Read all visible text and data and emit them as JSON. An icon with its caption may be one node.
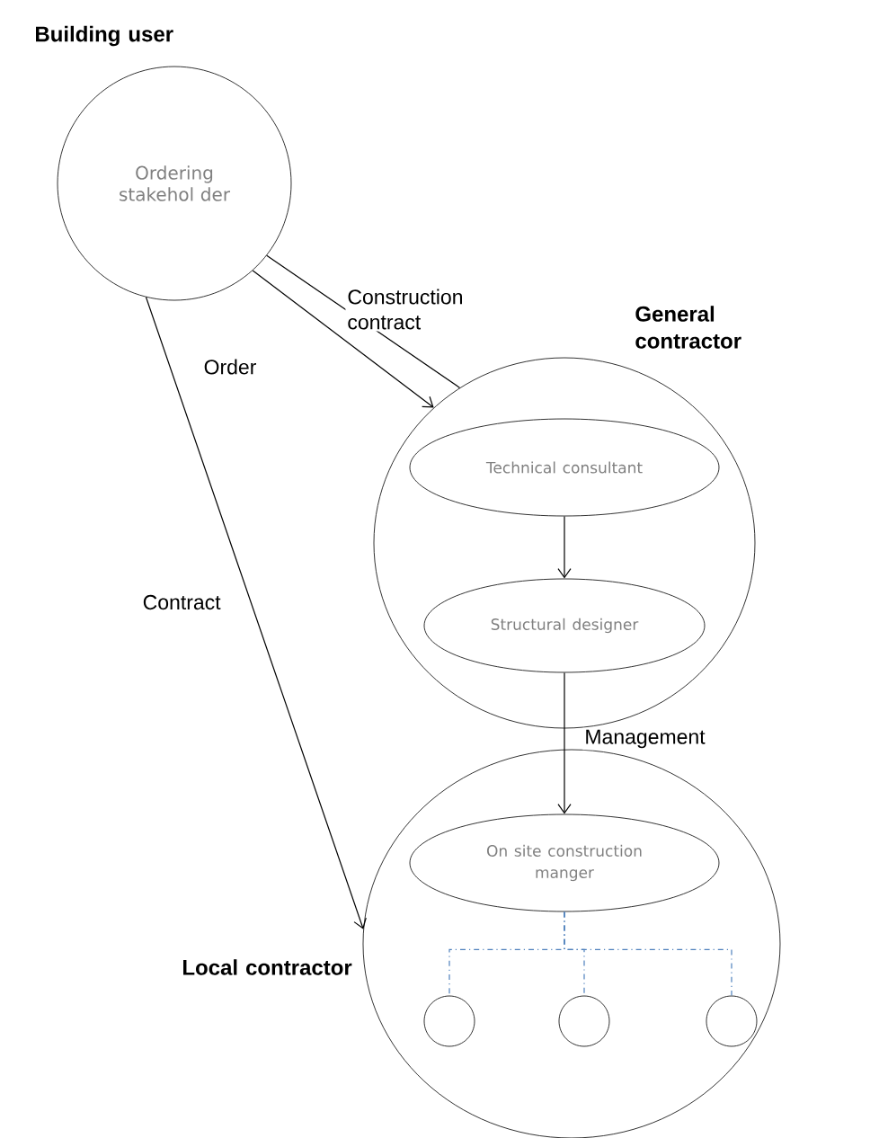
{
  "diagram": {
    "nodes": [
      {
        "text": [
          "Building user",
          "Ordering stakehol der"
        ]
      },
      {
        "text": [
          "General contractor"
        ]
      },
      {
        "text": [
          "Technical consultant"
        ],
        "in": 1
      },
      {
        "text": [
          "Structural designer"
        ],
        "in": 1
      },
      {
        "text": [
          "Local contractor"
        ]
      },
      {
        "text": [
          "On site construction manger"
        ],
        "in": 4
      },
      {
        "text": [],
        "shape": "circle",
        "in": 4
      },
      {
        "text": [],
        "shape": "circle",
        "in": 4
      },
      {
        "text": [],
        "shape": "circle",
        "in": 4
      }
    ],
    "edges": [
      {
        "from": 0,
        "to": 1,
        "arrow": "to",
        "label": "Order"
      },
      {
        "from": 0,
        "to": 1,
        "arrow": "none",
        "label": "Construction contract"
      },
      {
        "from": 0,
        "to": 4,
        "arrow": "to",
        "label": "Contract"
      },
      {
        "from": 2,
        "to": 3,
        "arrow": "to"
      },
      {
        "from": 3,
        "to": 5,
        "arrow": "to",
        "label": "Management"
      },
      {
        "from": 5,
        "to": 6,
        "arrow": "none",
        "style": "dashed",
        "color": "#4f81bd"
      },
      {
        "from": 5,
        "to": 7,
        "arrow": "none",
        "style": "dashed",
        "color": "#4f81bd"
      },
      {
        "from": 5,
        "to": 8,
        "arrow": "none",
        "style": "dashed",
        "color": "#4f81bd"
      }
    ]
  }
}
